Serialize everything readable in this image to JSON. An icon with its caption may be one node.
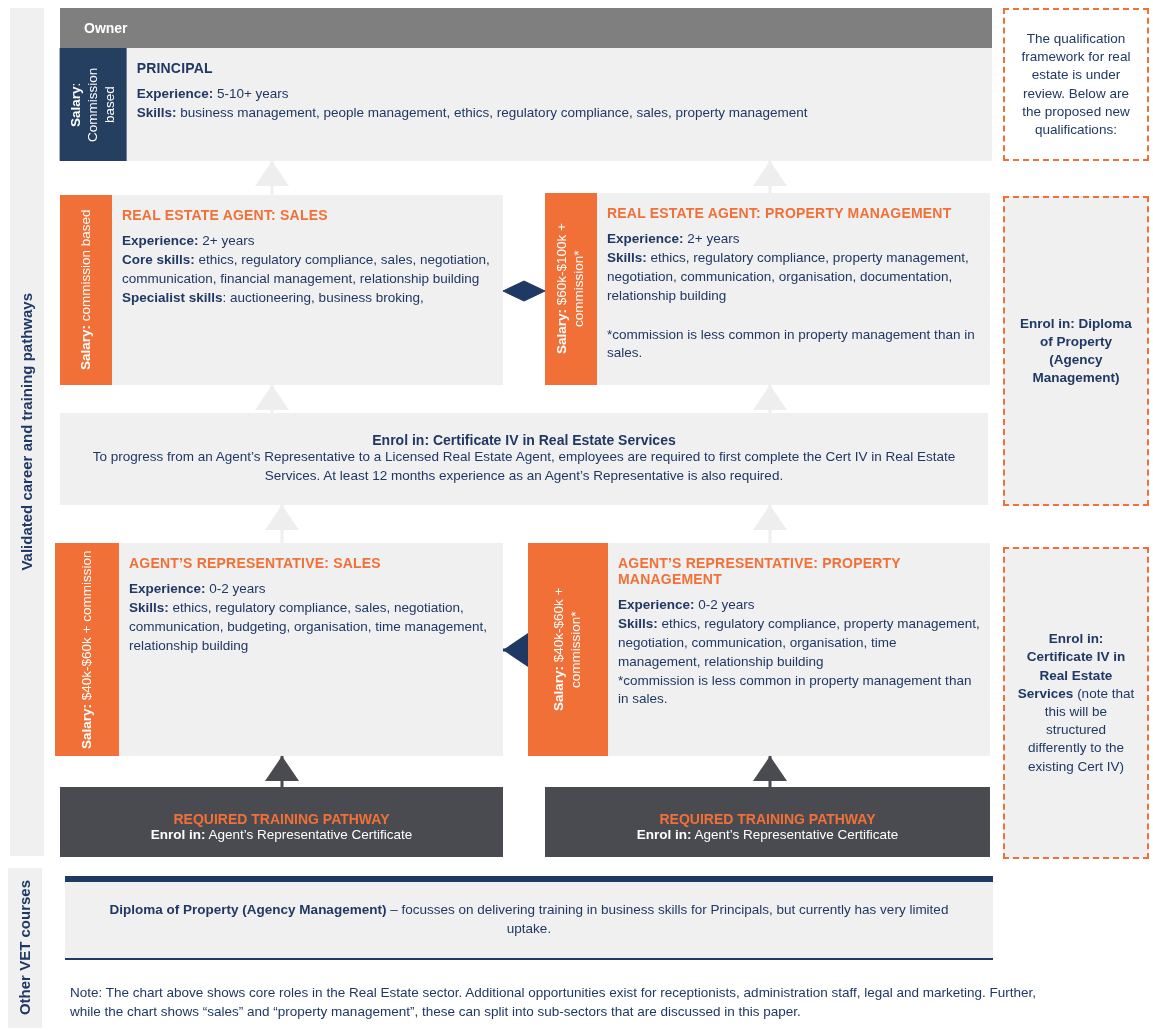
{
  "diagram": {
    "nodes": [
      {
        "text": [
          "Validated career and training pathways"
        ]
      },
      {
        "text": [
          "Owner"
        ]
      },
      {
        "text": [
          "**Salary**: Commission based",
          "PRINCIPAL",
          "**Experience:** 5-10+ years",
          "**Skills:** business management, people management, ethics, regulatory compliance, sales, property management"
        ]
      },
      {
        "text": [
          "The qualification framework for real estate is under review. Below are the proposed new qualifications:"
        ]
      },
      {
        "text": [
          "**Salary:** commission based",
          "REAL ESTATE AGENT: SALES",
          "**Experience:** 2+ years",
          "**Core skills:** ethics, regulatory compliance, sales, negotiation, communication, financial management, relationship building",
          "**Specialist skills**: auctioneering, business broking,"
        ]
      },
      {
        "text": [
          "**Salary:** $60k-$100k + commission*",
          "REAL ESTATE AGENT: PROPERTY MANAGEMENT",
          "**Experience:** 2+ years",
          "**Skills:** ethics, regulatory compliance, property management, negotiation, communication, organisation, documentation, relationship building",
          "*commission is less common in property management than in sales."
        ]
      },
      {
        "text": [
          "Enrol in: Diploma of Property (Agency Management)"
        ]
      },
      {
        "text": [
          "Enrol in: Certificate IV in Real Estate Services",
          "To progress from an Agent’s Representative to a Licensed Real Estate Agent, employees are required to first complete the Cert IV in Real Estate Services. At least 12 months experience as an Agent’s Representative is also required."
        ]
      },
      {
        "text": [
          "**Salary:** $40k-$60k + commission",
          "AGENT’S REPRESENTATIVE: SALES",
          "**Experience:** 0-2 years",
          "**Skills:** ethics, regulatory compliance, sales, negotiation, communication, budgeting, organisation, time management, relationship building"
        ]
      },
      {
        "text": [
          "**Salary:** $40k-$60k + commission*",
          "AGENT’S REPRESENTATIVE: PROPERTY MANAGEMENT",
          "**Experience:** 0-2 years",
          "**Skills:** ethics, regulatory compliance, property management, negotiation, communication, organisation, time management, relationship building",
          "*commission is less common in property management than in sales."
        ]
      },
      {
        "text": [
          "**Enrol in: Certificate IV in Real Estate Services** (note that this will be structured differently to the existing Cert IV)"
        ]
      },
      {
        "text": [
          "REQUIRED TRAINING PATHWAY",
          "**Enrol in:** Agent’s Representative Certificate"
        ]
      },
      {
        "text": [
          "REQUIRED TRAINING PATHWAY",
          "**Enrol in:** Agent’s Representative Certificate"
        ]
      },
      {
        "text": [
          "Other VET courses"
        ]
      },
      {
        "text": [
          "**Diploma of Property (Agency Management)** – focusses on delivering training in business skills for Principals, but currently has very limited uptake."
        ]
      }
    ],
    "edges": [
      {
        "from": 4,
        "to": 2,
        "arrow": "to"
      },
      {
        "from": 5,
        "to": 2,
        "arrow": "to"
      },
      {
        "from": 7,
        "to": 4,
        "arrow": "to"
      },
      {
        "from": 7,
        "to": 5,
        "arrow": "to"
      },
      {
        "from": 8,
        "to": 7,
        "arrow": "to"
      },
      {
        "from": 9,
        "to": 7,
        "arrow": "to"
      },
      {
        "from": 11,
        "to": 8,
        "arrow": "to",
        "color": "#4a4b50"
      },
      {
        "from": 12,
        "to": 9,
        "arrow": "to",
        "color": "#4a4b50"
      },
      {
        "from": 4,
        "to": 5,
        "arrow": "both",
        "color": "#1f3864"
      },
      {
        "from": 9,
        "to": 8,
        "arrow": "to",
        "color": "#1f3864"
      }
    ],
    "labels": [
      "Note: The chart above shows core roles in the Real Estate sector. Additional opportunities exist for receptionists, administration staff, legal and marketing. Further, while the chart shows “sales” and “property management”, these can split into sub-sectors that are discussed in this paper."
    ]
  }
}
